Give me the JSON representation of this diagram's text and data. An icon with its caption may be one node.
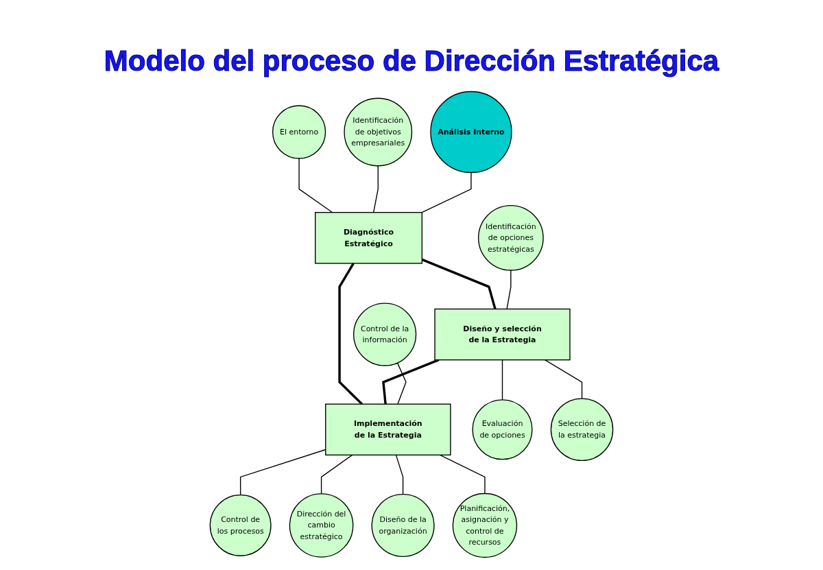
{
  "diagram": {
    "title": "Modelo del proceso de Dirección Estratégica",
    "nodes": [
      {
        "text": [
          "El entorno"
        ]
      },
      {
        "text": [
          "Identificación de objetivos empresariales"
        ]
      },
      {
        "text": [
          "Análisis Interno"
        ]
      },
      {
        "text": [
          "Diagnóstico Estratégico"
        ]
      },
      {
        "text": [
          "Control de la información"
        ]
      },
      {
        "text": [
          "Identificación de opciones estratégicas"
        ]
      },
      {
        "text": [
          "Diseño y selección de la Estrategia"
        ]
      },
      {
        "text": [
          "Implementación de la Estrategia"
        ]
      },
      {
        "text": [
          "Control de los procesos"
        ]
      },
      {
        "text": [
          "Evaluación de opciones"
        ]
      },
      {
        "text": [
          "Selección de la estrategia"
        ]
      },
      {
        "text": [
          "Dirección del cambio estratégico"
        ]
      },
      {
        "text": [
          "Diseño de la organización"
        ]
      },
      {
        "text": [
          "Planificación, asignación y control de recursos"
        ]
      }
    ],
    "edges": [
      {
        "from": 0,
        "to": 3,
        "arrow": "none"
      },
      {
        "from": 1,
        "to": 3,
        "arrow": "none"
      },
      {
        "from": 2,
        "to": 3,
        "arrow": "none"
      },
      {
        "from": 3,
        "to": 6,
        "arrow": "none",
        "style": "thick"
      },
      {
        "from": 3,
        "to": 7,
        "arrow": "none",
        "style": "thick"
      },
      {
        "from": 6,
        "to": 7,
        "arrow": "none",
        "style": "thick"
      },
      {
        "from": 5,
        "to": 6,
        "arrow": "none"
      },
      {
        "from": 6,
        "to": 9,
        "arrow": "none"
      },
      {
        "from": 6,
        "to": 10,
        "arrow": "none"
      },
      {
        "from": 4,
        "to": 7,
        "arrow": "none"
      },
      {
        "from": 7,
        "to": 8,
        "arrow": "none"
      },
      {
        "from": 7,
        "to": 11,
        "arrow": "none"
      },
      {
        "from": 7,
        "to": 12,
        "arrow": "none"
      },
      {
        "from": 7,
        "to": 13,
        "arrow": "none"
      }
    ]
  }
}
